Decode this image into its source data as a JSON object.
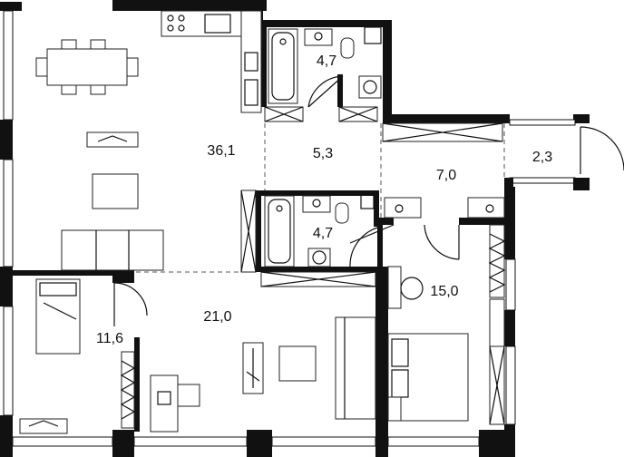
{
  "rooms": [
    {
      "key": "living",
      "area": "36,1"
    },
    {
      "key": "bath-top",
      "area": "4,7"
    },
    {
      "key": "hall",
      "area": "5,3"
    },
    {
      "key": "corridor",
      "area": "7,0"
    },
    {
      "key": "balcony",
      "area": "2,3"
    },
    {
      "key": "bath-mid",
      "area": "4,7"
    },
    {
      "key": "bedroom-right",
      "area": "15,0"
    },
    {
      "key": "bedroom-left",
      "area": "11,6"
    },
    {
      "key": "study",
      "area": "21,0"
    }
  ],
  "colors": {
    "wall": "#111111",
    "background": "#ffffff"
  }
}
